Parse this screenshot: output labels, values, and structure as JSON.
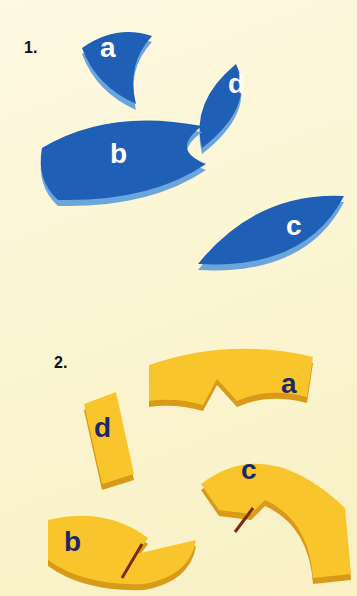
{
  "diagram": {
    "nodes": [
      {
        "text": [
          "a"
        ]
      },
      {
        "text": [
          "d"
        ]
      },
      {
        "text": [
          "b"
        ]
      },
      {
        "text": [
          "c"
        ]
      },
      {
        "text": [
          "a"
        ]
      },
      {
        "text": [
          "d"
        ]
      },
      {
        "text": [
          "c"
        ]
      },
      {
        "text": [
          "b"
        ]
      }
    ],
    "labels": [
      "1.",
      "2."
    ]
  }
}
